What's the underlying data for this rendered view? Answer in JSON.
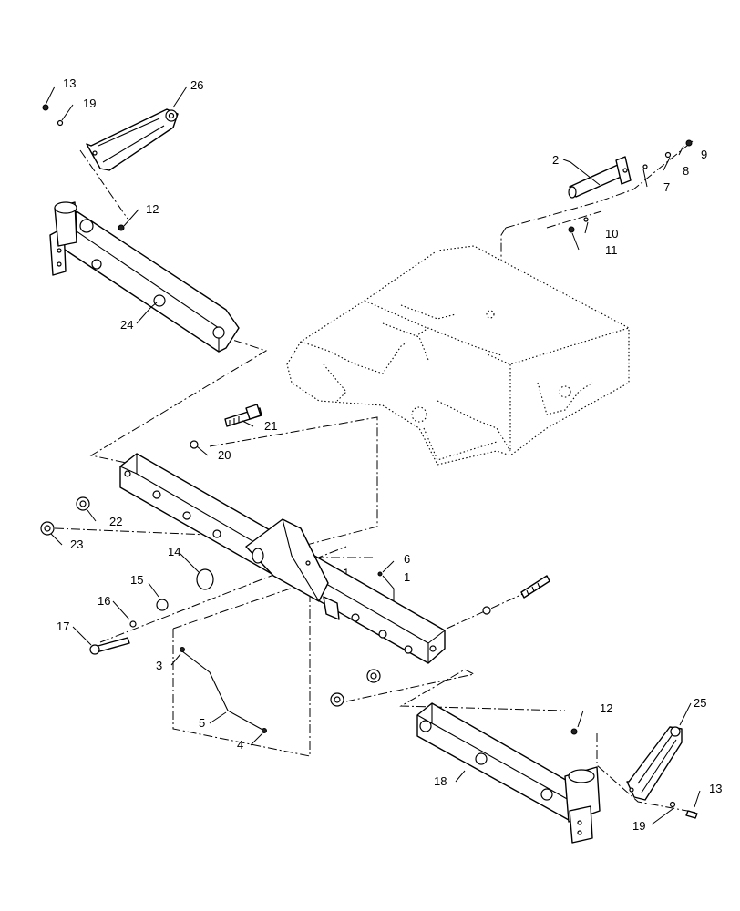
{
  "callouts": {
    "c1": "1",
    "c2": "2",
    "c3": "3",
    "c4": "4",
    "c5": "5",
    "c6": "6",
    "c7": "7",
    "c8": "8",
    "c9": "9",
    "c10": "10",
    "c11": "11",
    "c12a": "12",
    "c12b": "12",
    "c13a": "13",
    "c13b": "13",
    "c14": "14",
    "c15": "15",
    "c16": "16",
    "c17": "17",
    "c18": "18",
    "c19a": "19",
    "c19b": "19",
    "c20": "20",
    "c21": "21",
    "c22": "22",
    "c23": "23",
    "c24": "24",
    "c25": "25",
    "c26": "26"
  },
  "colors": {
    "ink": "#000000",
    "paper": "#ffffff"
  }
}
